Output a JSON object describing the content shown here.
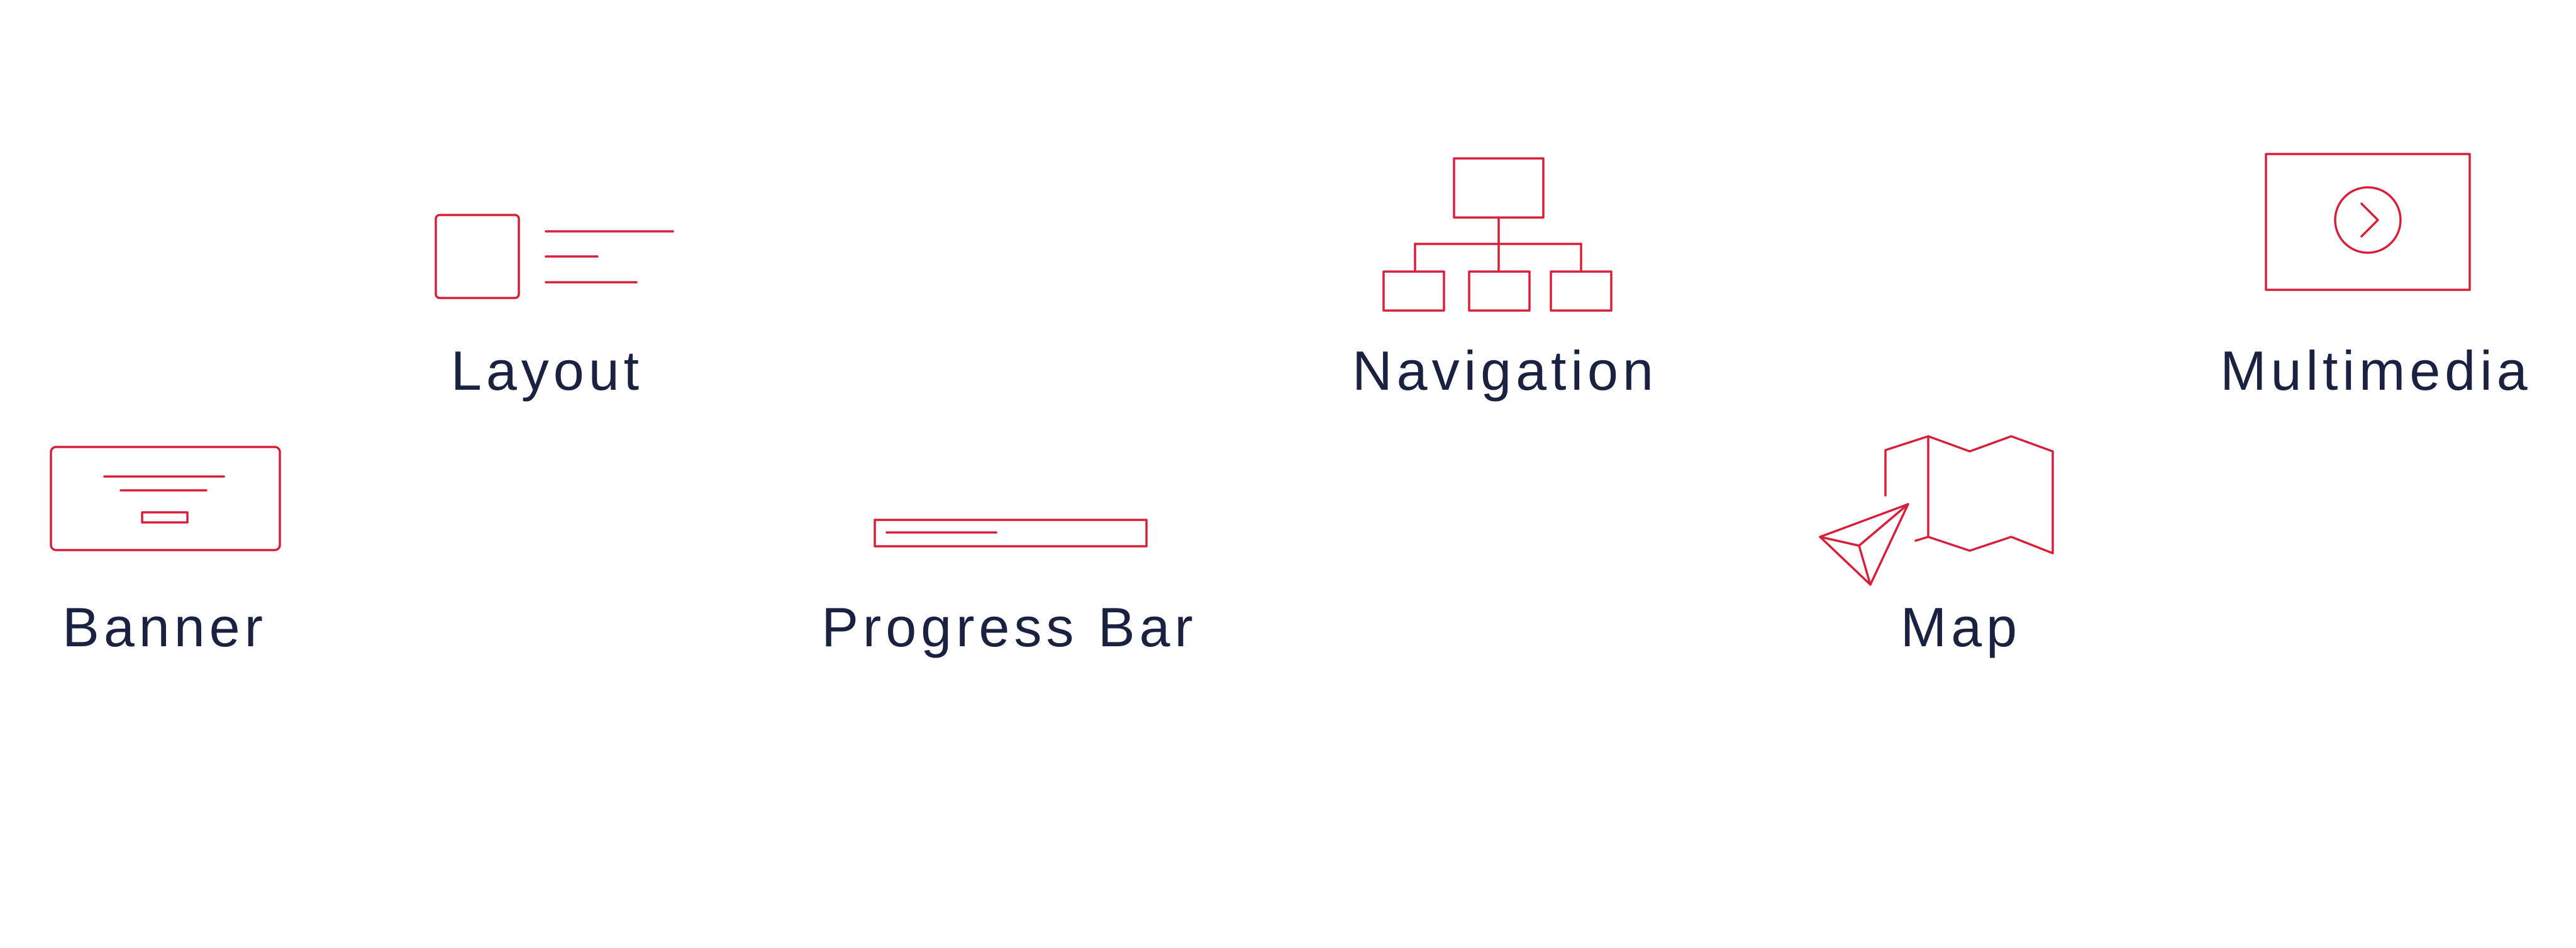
{
  "colors": {
    "icon_stroke": "#d81f3a",
    "label_text": "#1b2140",
    "background": "#ffffff"
  },
  "items": [
    {
      "key": "layout",
      "label": "Layout",
      "icon": "layout-icon"
    },
    {
      "key": "navigation",
      "label": "Navigation",
      "icon": "sitemap-icon"
    },
    {
      "key": "multimedia",
      "label": "Multimedia",
      "icon": "video-player-icon"
    },
    {
      "key": "banner",
      "label": "Banner",
      "icon": "banner-icon"
    },
    {
      "key": "progress_bar",
      "label": "Progress Bar",
      "icon": "progress-bar-icon"
    },
    {
      "key": "map",
      "label": "Map",
      "icon": "map-navigation-icon"
    }
  ]
}
